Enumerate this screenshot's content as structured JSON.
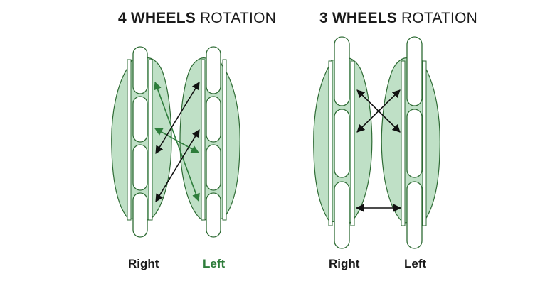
{
  "diagram_4": {
    "title_bold": "4 WHEELS",
    "title_rest": " ROTATION",
    "label_right": "Right",
    "label_left": "Left",
    "label_right_color": "#1a1a1a",
    "label_left_color": "#2e7d3b",
    "wheels_per_skate": 4
  },
  "diagram_3": {
    "title_bold": "3 WHEELS",
    "title_rest": " ROTATION",
    "label_right": "Right",
    "label_left": "Left",
    "label_right_color": "#1a1a1a",
    "label_left_color": "#1a1a1a",
    "wheels_per_skate": 3
  },
  "colors": {
    "boot_fill": "#bfe0c6",
    "outline": "#2e6b34",
    "arrow_black": "#111111",
    "arrow_green": "#2e7d3b",
    "text": "#1a1a1a"
  }
}
